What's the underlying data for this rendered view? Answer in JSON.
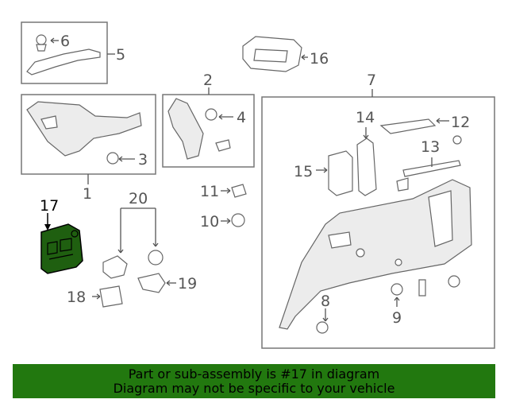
{
  "callouts": [
    {
      "id": "1",
      "label": "1"
    },
    {
      "id": "2",
      "label": "2"
    },
    {
      "id": "3",
      "label": "3"
    },
    {
      "id": "4",
      "label": "4"
    },
    {
      "id": "5",
      "label": "5"
    },
    {
      "id": "6",
      "label": "6"
    },
    {
      "id": "7",
      "label": "7"
    },
    {
      "id": "8",
      "label": "8"
    },
    {
      "id": "9",
      "label": "9"
    },
    {
      "id": "10",
      "label": "10"
    },
    {
      "id": "11",
      "label": "11"
    },
    {
      "id": "12",
      "label": "12"
    },
    {
      "id": "13",
      "label": "13"
    },
    {
      "id": "14",
      "label": "14"
    },
    {
      "id": "15",
      "label": "15"
    },
    {
      "id": "16",
      "label": "16"
    },
    {
      "id": "17",
      "label": "17"
    },
    {
      "id": "18",
      "label": "18"
    },
    {
      "id": "19",
      "label": "19"
    },
    {
      "id": "20",
      "label": "20"
    }
  ],
  "highlight": {
    "part": "17",
    "color": "#1f5f10"
  },
  "banner": {
    "line1": "Part or sub-assembly is #17 in diagram",
    "line2": "Diagram may not be specific to your vehicle",
    "color": "#22780f"
  }
}
